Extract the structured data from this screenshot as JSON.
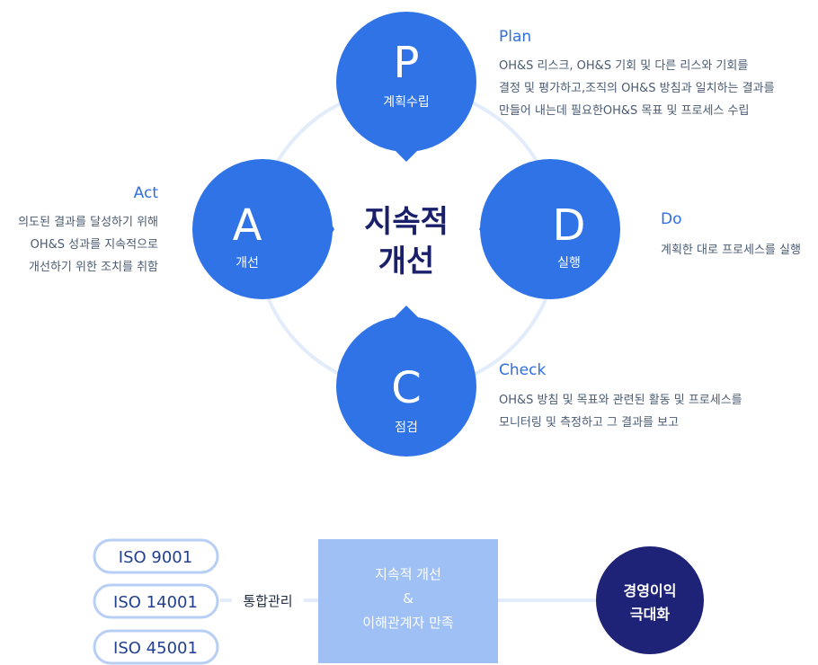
{
  "center_label": [
    "지속적",
    "개선"
  ],
  "steps": {
    "plan": {
      "letter": "P",
      "sub": "계획수립",
      "title": "Plan",
      "desc": [
        "OH&S 리스크, OH&S 기회 및 다른 리스와 기회를",
        "결정 및 평가하고,조직의 OH&S 방침과 일치하는 결과를",
        "만들어 내는데 필요한OH&S 목표 및 프로세스 수립"
      ]
    },
    "do": {
      "letter": "D",
      "sub": "실행",
      "title": "Do",
      "desc": [
        "계획한 대로 프로세스를 실행"
      ]
    },
    "check": {
      "letter": "C",
      "sub": "점검",
      "title": "Check",
      "desc": [
        "OH&S 방침 및 목표와 관련된 활동 및 프로세스를",
        "모니터링 및 측정하고 그 결과를 보고"
      ]
    },
    "act": {
      "letter": "A",
      "sub": "개선",
      "title": "Act",
      "desc": [
        "의도된 결과를 달성하기 위해",
        "OH&S 성과를 지속적으로",
        "개선하기 위한 조치를 취함"
      ]
    }
  },
  "standards": [
    "ISO 9001",
    "ISO 14001",
    "ISO 45001"
  ],
  "integration_label": "통합관리",
  "improvement_box": [
    "지속적 개선",
    "&",
    "이해관계자 만족"
  ],
  "goal": [
    "경영이익",
    "극대화"
  ],
  "colors": {
    "circle": "#2f73e6",
    "ring": "#e3ecfa",
    "box": "#9fc0f4",
    "goal": "#1f2378",
    "pill_border": "#b8cff5"
  }
}
